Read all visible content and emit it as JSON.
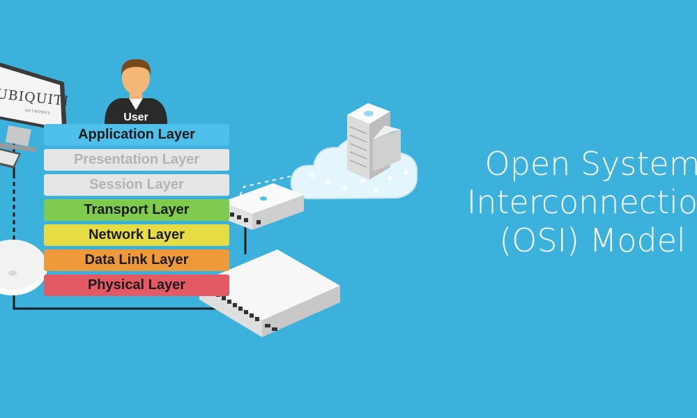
{
  "title": {
    "line1": "Open System",
    "line2": "Interconnection",
    "line3": "(OSI) Model"
  },
  "user": {
    "label": "User"
  },
  "monitor": {
    "brand": "UBIQUITI",
    "brand_sub": "NETWORKS"
  },
  "layers": [
    {
      "label": "Application Layer",
      "color": "#4fc0ea",
      "faded": false
    },
    {
      "label": "Presentation Layer",
      "color": "#e6e6e6",
      "faded": true
    },
    {
      "label": "Session Layer",
      "color": "#e6e6e6",
      "faded": true
    },
    {
      "label": "Transport Layer",
      "color": "#7fcb4e",
      "faded": false
    },
    {
      "label": "Network Layer",
      "color": "#e6dc44",
      "faded": false
    },
    {
      "label": "Data Link Layer",
      "color": "#ee9a3a",
      "faded": false
    },
    {
      "label": "Physical Layer",
      "color": "#e45a64",
      "faded": false
    }
  ],
  "colors": {
    "background": "#3bb1dc",
    "cloud": "#e4f6fc",
    "device": "#f2f2f2",
    "cable": "#1c1c1c"
  },
  "icons": [
    "desktop-monitor-icon",
    "keyboard-icon",
    "user-avatar-icon",
    "access-point-icon",
    "router-icon",
    "switch-icon",
    "cloud-icon",
    "server-icon"
  ]
}
